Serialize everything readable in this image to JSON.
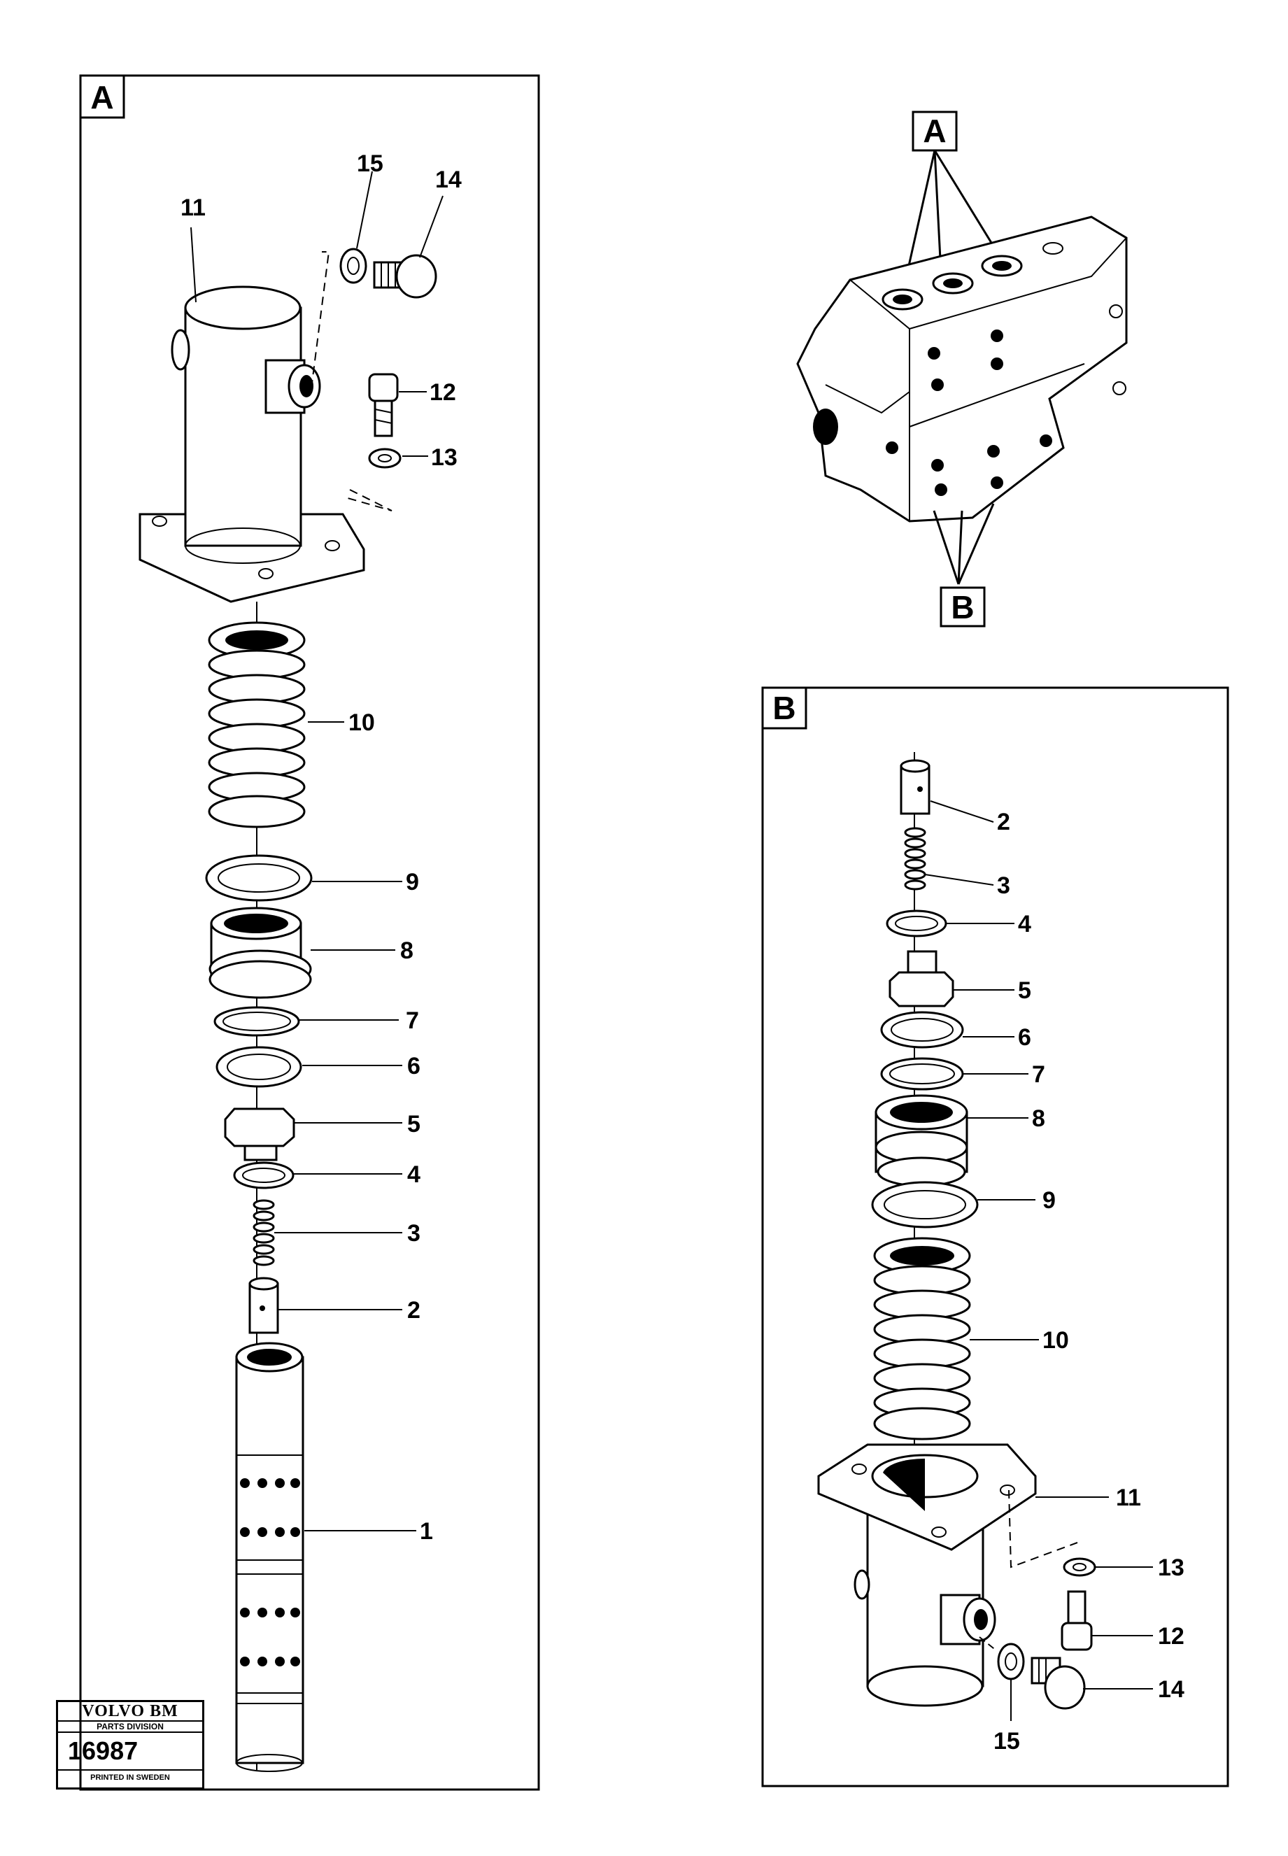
{
  "panel_a": {
    "label": "A",
    "callouts": [
      "1",
      "2",
      "3",
      "4",
      "5",
      "6",
      "7",
      "8",
      "9",
      "10",
      "11",
      "12",
      "13",
      "14",
      "15"
    ]
  },
  "panel_b": {
    "label": "B",
    "callouts": [
      "2",
      "3",
      "4",
      "5",
      "6",
      "7",
      "8",
      "9",
      "10",
      "11",
      "12",
      "13",
      "14",
      "15"
    ]
  },
  "overview": {
    "label_a": "A",
    "label_b": "B"
  },
  "stamp": {
    "brand": "VOLVO BM",
    "division": "PARTS DIVISION",
    "number": "16987",
    "printed": "PRINTED IN SWEDEN"
  }
}
